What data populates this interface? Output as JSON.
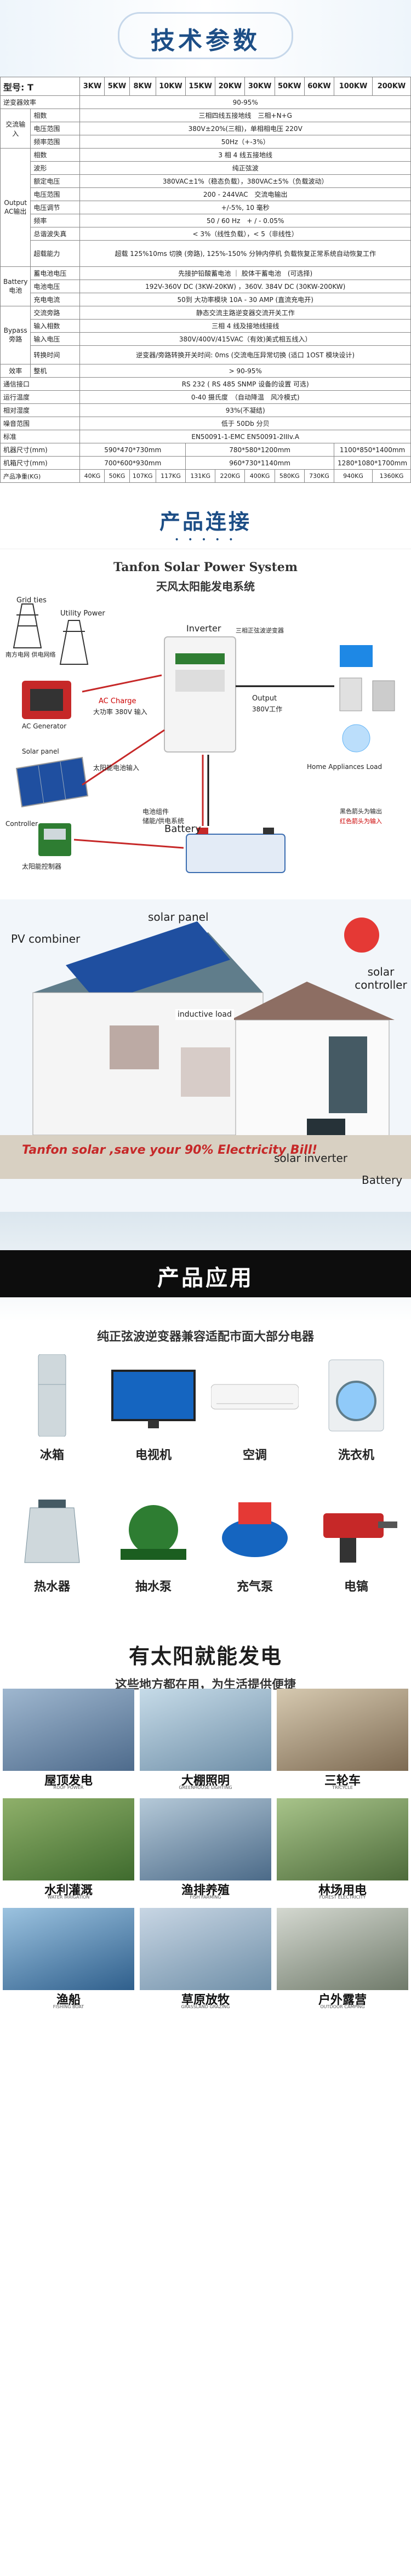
{
  "banner": {
    "title": "技术参数"
  },
  "spec": {
    "model_label": "型号: T",
    "models": [
      "3KW",
      "5KW",
      "8KW",
      "10KW",
      "15KW",
      "20KW",
      "30KW",
      "50KW",
      "60KW",
      "100KW",
      "200KW"
    ],
    "rows": [
      {
        "group": "",
        "label": "逆变器效率",
        "value": "90-95%"
      },
      {
        "group": "交流输入",
        "label": "相数",
        "value": "三相四线五接地线　三相+N+G"
      },
      {
        "group": "",
        "label": "电压范围",
        "value": "380V±20%(三相)，单相相电压 220V"
      },
      {
        "group": "",
        "label": "频率范围",
        "value": "50Hz（+-3%）"
      },
      {
        "group": "Output AC输出",
        "label": "相数",
        "value": "3 相 4 线五接地线"
      },
      {
        "group": "",
        "label": "波形",
        "value": "纯正弦波"
      },
      {
        "group": "",
        "label": "额定电压",
        "value": "380VAC±1%（稳态负载），380VAC±5%（负载波动）"
      },
      {
        "group": "",
        "label": "电压范围",
        "value": "200 - 244VAC　交流电输出"
      },
      {
        "group": "",
        "label": "电压调节",
        "value": "+/-5%, 10 毫秒"
      },
      {
        "group": "",
        "label": "频率",
        "value": "50 / 60 Hz　+ / - 0.05%"
      },
      {
        "group": "",
        "label": "总谐波失真",
        "value": "< 3%（线性负载），< 5（非线性）"
      },
      {
        "group": "",
        "label": "超载能力",
        "value": "超载 125%10ms 切换 (旁路), 125%-150% 分钟内停机 负载恢复正常系统自动恢复工作"
      },
      {
        "group": "Battery 电池",
        "label": "蓄电池电压",
        "value": "先接护铅酸蓄电池 ｜ 胶体干蓄电池　(可选择)"
      },
      {
        "group": "",
        "label": "电池电压",
        "value": "192V-360V DC (3KW-20KW) ，360V. 384V DC (30KW-200KW)"
      },
      {
        "group": "",
        "label": "充电电流",
        "value": "50到 大功率模块 10A - 30 AMP (直流充电开)"
      },
      {
        "group": "Bypass 旁路",
        "label": "交流旁路",
        "value": "静态交流主路逆变器交流开关工作"
      },
      {
        "group": "",
        "label": "输入相数",
        "value": "三相 4 线及接地线接线"
      },
      {
        "group": "",
        "label": "输入电压",
        "value": "380V/400V/415VAC（有效)美式相五线入）"
      },
      {
        "group": "",
        "label": "转换时间",
        "value": "逆变器/旁路转换开关时间: 0ms (交流电压异常切换 (适口 1OST 模块设计)"
      },
      {
        "group": "效率",
        "label": "整机",
        "value": "> 90-95%"
      },
      {
        "group": "",
        "label": "通信接口",
        "value": "RS 232 ( RS 485 SNMP 设备的设置 可选)"
      },
      {
        "group": "",
        "label": "运行温度",
        "value": "0-40 摄氏度　（自动降温　风冷模式)"
      },
      {
        "group": "",
        "label": "相对湿度",
        "value": "93%(不凝结)"
      },
      {
        "group": "",
        "label": "噪音范围",
        "value": "低于 50Db 分贝"
      },
      {
        "group": "",
        "label": "标准",
        "value": "EN50091-1-EMC EN50091-2IIIv.A"
      }
    ],
    "dim_rows": [
      {
        "label": "机器尺寸(mm)",
        "values": [
          "590*470*730mm",
          "",
          "",
          "",
          "780*580*1200mm",
          "",
          "",
          "",
          "",
          "1100*850*1400mm",
          ""
        ]
      },
      {
        "label": "机箱尺寸(mm)",
        "values": [
          "700*600*930mm",
          "",
          "",
          "",
          "960*730*1140mm",
          "",
          "",
          "",
          "",
          "1280*1080*1700mm",
          ""
        ]
      },
      {
        "label": "产品净重(KG)",
        "values": [
          "40KG",
          "50KG",
          "107KG",
          "117KG",
          "131KG",
          "220KG",
          "400KG",
          "580KG",
          "730KG",
          "940KG",
          "1360KG"
        ]
      }
    ]
  },
  "section_connect": {
    "title": "产品连接"
  },
  "system": {
    "title_en": "Tanfon Solar Power System",
    "title_cn": "天风太阳能发电系统",
    "grid_ties": "Grid ties",
    "grid_cn": "南方电网\n供电网络",
    "utility": "Utility Power",
    "ac_generator": "AC Generator",
    "ac_charge": "AC Charge",
    "ac_charge_cn": "大功率 380V 输入",
    "inverter": "Inverter",
    "inverter_cn": "三相正弦波逆变器",
    "output": "Output",
    "output_cn": "380V工作",
    "solar_panel": "Solar panel",
    "solar_input": "太阳能电池输入",
    "controller": "Controller",
    "controller_cn": "太阳能控制器",
    "battery_cn": "电池组件\n储能/供电系统",
    "battery": "Battery",
    "home_load": "Home Appliances Load",
    "legend1": "黑色箭头为输出",
    "legend2": "红色箭头为输入"
  },
  "house": {
    "pv_combiner": "PV combiner",
    "solar_panel": "solar panel",
    "solar_controller": "solar controller",
    "inductive_load": "inductive load",
    "solar_inverter": "solar inverter",
    "battery": "Battery",
    "slogan": "Tanfon solar ,save your 90% Electricity Bill!"
  },
  "section_app": {
    "title": "产品应用"
  },
  "appliance_subtitle": "纯正弦波逆变器兼容适配市面大部分电器",
  "appliances": [
    {
      "name": "冰箱",
      "icon": "fridge-icon"
    },
    {
      "name": "电视机",
      "icon": "tv-icon"
    },
    {
      "name": "空调",
      "icon": "air-conditioner-icon"
    },
    {
      "name": "洗衣机",
      "icon": "washer-icon"
    },
    {
      "name": "热水器",
      "icon": "kettle-icon"
    },
    {
      "name": "抽水泵",
      "icon": "pump-icon"
    },
    {
      "name": "充气泵",
      "icon": "compressor-icon"
    },
    {
      "name": "电镐",
      "icon": "hammer-drill-icon"
    }
  ],
  "solar_use": {
    "title": "有太阳就能发电",
    "subtitle": "这些地方都在用，为生活提供便捷"
  },
  "places": [
    {
      "cn": "屋顶发电",
      "en": "ROOF POWER"
    },
    {
      "cn": "大棚照明",
      "en": "GREENHOUSE LIGHTING"
    },
    {
      "cn": "三轮车",
      "en": "TRICYCLE"
    },
    {
      "cn": "水利灌溉",
      "en": "WATER IRRIGATION"
    },
    {
      "cn": "渔排养殖",
      "en": "FISH FARMING"
    },
    {
      "cn": "林场用电",
      "en": "FOREST ELECTRICITY"
    },
    {
      "cn": "渔船",
      "en": "FISHING BOAT"
    },
    {
      "cn": "草原放牧",
      "en": "GRASSLAND GRAZING"
    },
    {
      "cn": "户外露营",
      "en": "OUTDOOR CAMPING"
    }
  ],
  "colors": {
    "brand": "#1d4e86",
    "accent_red": "#d32f2f",
    "dark_band": "#0d0d0d"
  }
}
